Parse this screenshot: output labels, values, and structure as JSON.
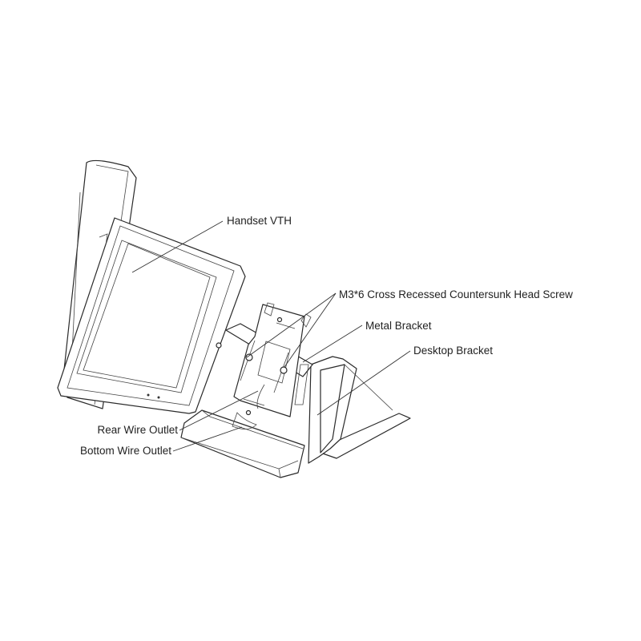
{
  "labels": {
    "handset": "Handset VTH",
    "screw": "M3*6 Cross Recessed Countersunk Head Screw",
    "metal_bracket": "Metal Bracket",
    "desktop_bracket": "Desktop Bracket",
    "rear_wire_outlet": "Rear Wire Outlet",
    "bottom_wire_outlet": "Bottom Wire Outlet"
  }
}
